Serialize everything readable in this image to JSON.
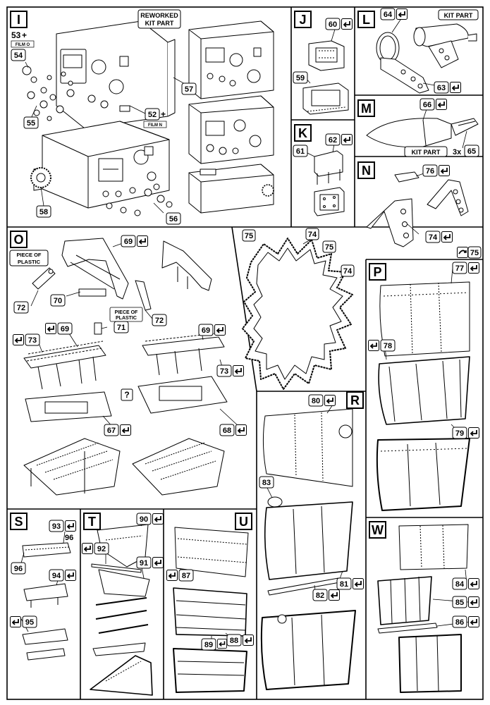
{
  "sections": {
    "I": "I",
    "J": "J",
    "K": "K",
    "L": "L",
    "M": "M",
    "N": "N",
    "O": "O",
    "P": "P",
    "R": "R",
    "S": "S",
    "T": "T",
    "U": "U",
    "W": "W"
  },
  "notes": {
    "reworked_1": "REWORKED",
    "reworked_2": "KIT PART",
    "kit_part": "KIT PART",
    "film_o": "FILM O",
    "film_n": "FILM N",
    "piece_plastic_1": "PIECE OF",
    "piece_plastic_2": "PLASTIC",
    "qmark": "?",
    "plus": "+",
    "times3": "3x"
  },
  "parts": {
    "p52": "52",
    "p53": "53",
    "p54": "54",
    "p55": "55",
    "p56": "56",
    "p57": "57",
    "p58": "58",
    "p59": "59",
    "p60": "60",
    "p61": "61",
    "p62": "62",
    "p63": "63",
    "p64": "64",
    "p65": "65",
    "p66": "66",
    "p67": "67",
    "p68": "68",
    "p69": "69",
    "p70": "70",
    "p71": "71",
    "p72": "72",
    "p73": "73",
    "p74": "74",
    "p75": "75",
    "p76": "76",
    "p77": "77",
    "p78": "78",
    "p79": "79",
    "p80": "80",
    "p81": "81",
    "p82": "82",
    "p83": "83",
    "p84": "84",
    "p85": "85",
    "p86": "86",
    "p87": "87",
    "p88": "88",
    "p89": "89",
    "p90": "90",
    "p91": "91",
    "p92": "92",
    "p93": "93",
    "p94": "94",
    "p95": "95",
    "p96": "96"
  },
  "icons": {
    "bend": "bend-arrow-icon",
    "twist": "twist-arrow-icon"
  }
}
